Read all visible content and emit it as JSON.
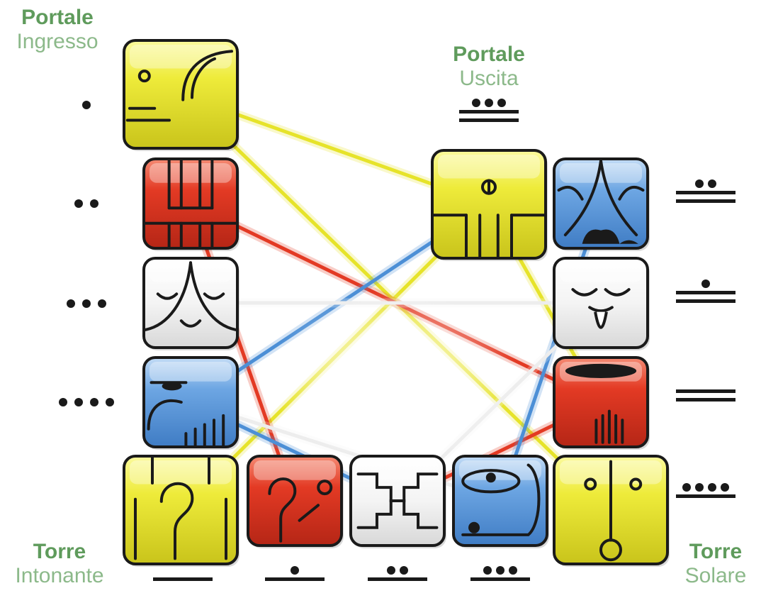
{
  "labels": {
    "entry_portal": {
      "title": "Portale",
      "subtitle": "Ingresso"
    },
    "exit_portal": {
      "title": "Portale",
      "subtitle": "Uscita"
    },
    "thunder_tower": {
      "title": "Torre",
      "subtitle": "Intonante"
    },
    "solar_tower": {
      "title": "Torre",
      "subtitle": "Solare"
    }
  },
  "colors": {
    "label_title": "#5f9b5c",
    "label_sub": "#8cb98a",
    "yellow": "#e6e32a",
    "red": "#e33a24",
    "blue": "#4c8fd6",
    "white": "#f4f4f4",
    "ink": "#1a1a1a"
  },
  "glyphs": [
    {
      "id": "entry",
      "color": "yellow",
      "numeral": {
        "dots": 1,
        "bars": 0
      }
    },
    {
      "id": "left-2",
      "color": "red",
      "numeral": {
        "dots": 2,
        "bars": 0
      }
    },
    {
      "id": "left-3",
      "color": "white",
      "numeral": {
        "dots": 3,
        "bars": 0
      }
    },
    {
      "id": "left-4",
      "color": "blue",
      "numeral": {
        "dots": 4,
        "bars": 0
      }
    },
    {
      "id": "thunder",
      "color": "yellow",
      "numeral": {
        "dots": 0,
        "bars": 1
      }
    },
    {
      "id": "bottom-2",
      "color": "red",
      "numeral": {
        "dots": 1,
        "bars": 1
      }
    },
    {
      "id": "bottom-3",
      "color": "white",
      "numeral": {
        "dots": 2,
        "bars": 1
      }
    },
    {
      "id": "bottom-4",
      "color": "blue",
      "numeral": {
        "dots": 3,
        "bars": 1
      }
    },
    {
      "id": "solar",
      "color": "yellow",
      "numeral": {
        "dots": 4,
        "bars": 1
      }
    },
    {
      "id": "right-red",
      "color": "red",
      "numeral": {
        "dots": 0,
        "bars": 2
      }
    },
    {
      "id": "right-white",
      "color": "white",
      "numeral": {
        "dots": 1,
        "bars": 2
      }
    },
    {
      "id": "right-blue",
      "color": "blue",
      "numeral": {
        "dots": 2,
        "bars": 2
      }
    },
    {
      "id": "exit",
      "color": "yellow",
      "numeral": {
        "dots": 3,
        "bars": 2
      }
    }
  ],
  "connections": [
    {
      "from": "entry",
      "to": "exit",
      "color": "yellow"
    },
    {
      "from": "entry",
      "to": "solar",
      "color": "yellow"
    },
    {
      "from": "thunder",
      "to": "exit",
      "color": "yellow"
    },
    {
      "from": "exit",
      "to": "right-red",
      "color": "yellow"
    },
    {
      "from": "left-2",
      "to": "right-red",
      "color": "red"
    },
    {
      "from": "left-2",
      "to": "bottom-2",
      "color": "red"
    },
    {
      "from": "bottom-3",
      "to": "right-red",
      "color": "red"
    },
    {
      "from": "left-4",
      "to": "exit",
      "color": "blue"
    },
    {
      "from": "left-4",
      "to": "bottom-3",
      "color": "blue"
    },
    {
      "from": "bottom-4",
      "to": "right-blue",
      "color": "blue"
    },
    {
      "from": "left-3",
      "to": "right-white",
      "color": "white"
    },
    {
      "from": "left-4",
      "to": "bottom-4",
      "color": "white"
    },
    {
      "from": "bottom-3",
      "to": "right-white",
      "color": "white"
    }
  ]
}
